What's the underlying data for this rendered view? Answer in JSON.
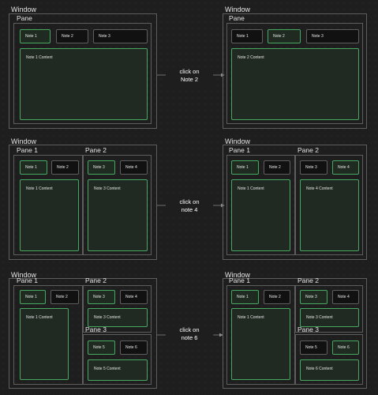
{
  "labels": {
    "window": "Window",
    "pane": "Pane",
    "pane1": "Pane 1",
    "pane2": "Pane 2",
    "pane3": "Pane 3"
  },
  "notes": {
    "n1": "Note 1",
    "n2": "Note 2",
    "n3": "Note 3",
    "n4": "Note 4",
    "n5": "Note 5",
    "n6": "Note 6"
  },
  "contents": {
    "c1": "Note 1 Content",
    "c2": "Note 2 Content",
    "c3": "Note 3 Content",
    "c4": "Note 4 Content",
    "c5": "Note 5 Content",
    "c6": "Note 6 Content"
  },
  "actions": {
    "a1": "click on\nNote 2",
    "a2": "click on\nnote 4",
    "a3": "click on\nnote 6"
  },
  "colors": {
    "active_border": "#46a861",
    "active_fill": "#1f2a21",
    "content_fill": "#202922",
    "inactive_fill": "#111111",
    "frame_border": "#5e5e5e",
    "arrow": "#8a8a8a"
  }
}
